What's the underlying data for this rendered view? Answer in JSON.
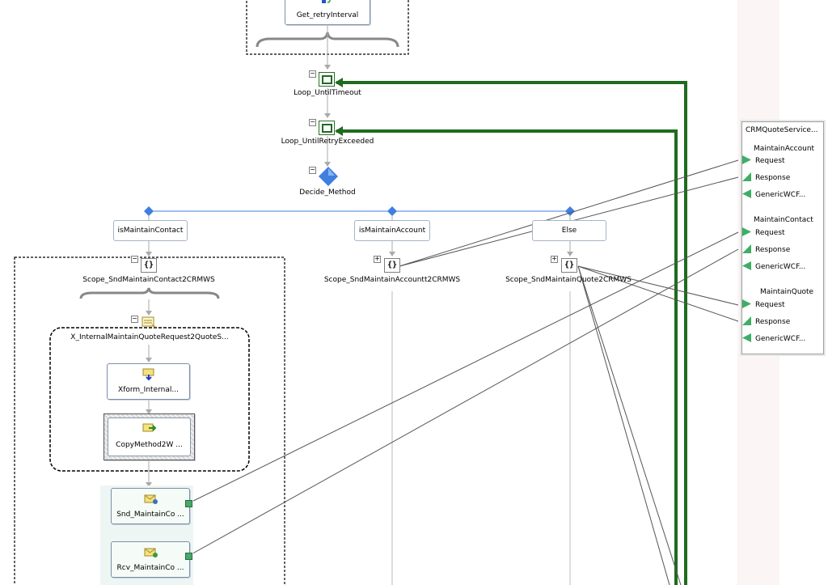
{
  "orchestration": {
    "shapes": {
      "get_retry_interval": "Get_retryInterval",
      "loop_until_timeout": "Loop_UntilTimeout",
      "loop_until_retry_exceeded": "Loop_UntilRetryExceeded",
      "decide_method": "Decide_Method",
      "branch_contact": "isMaintainContact",
      "branch_account": "isMaintainAccount",
      "branch_else": "Else",
      "scope_contact": "Scope_SndMaintainContact2CRMWS",
      "scope_account": "Scope_SndMaintainAccountt2CRMWS",
      "scope_quote": "Scope_SndMaintainQuote2CRMWS",
      "construct_message": "X_InternalMaintainQuoteRequest2QuoteS...",
      "xform": "Xform_Internal...",
      "copy_method": "CopyMethod2W ...",
      "send_shape": "Snd_MaintainCo ...",
      "receive_shape": "Rcv_MaintainCo ..."
    },
    "icons": {
      "scope": "{}",
      "collapse": "−",
      "expand": "+"
    }
  },
  "port_panel": {
    "title": "CRMQuoteService...",
    "operations": [
      {
        "name": "MaintainAccount",
        "request": "Request",
        "response": "Response",
        "fault": "GenericWCF..."
      },
      {
        "name": "MaintainContact",
        "request": "Request",
        "response": "Response",
        "fault": "GenericWCF..."
      },
      {
        "name": "MaintainQuote",
        "request": "Request",
        "response": "Response",
        "fault": "GenericWCF..."
      }
    ]
  },
  "colors": {
    "loop_arrow": "#1f6b1f",
    "port_arrow": "#3fae64",
    "decide_diamond": "#3f7fe0",
    "connector_line": "#808080"
  }
}
